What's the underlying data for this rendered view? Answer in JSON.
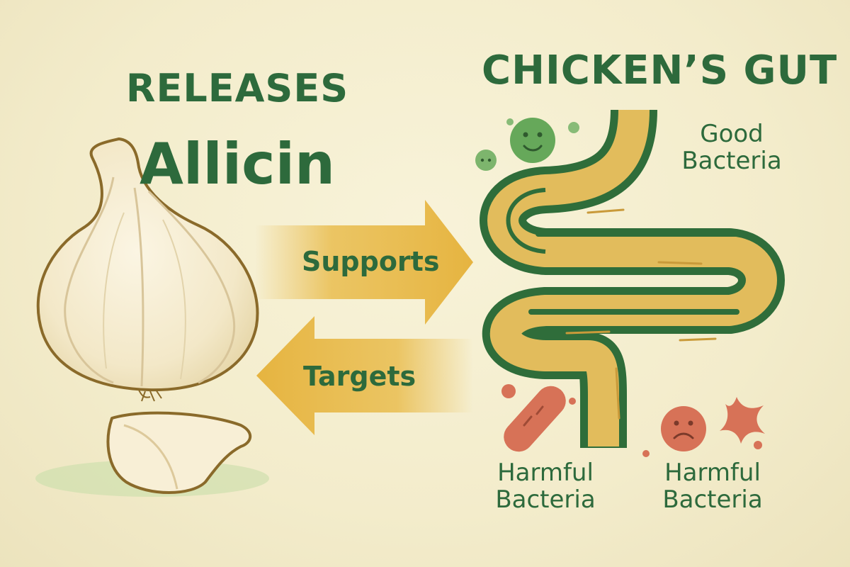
{
  "garlic": {
    "action": "RELEASES",
    "compound": "Allicin"
  },
  "gut": {
    "title": "CHICKEN’S GUT"
  },
  "arrows": {
    "supports": "Supports",
    "targets": "Targets"
  },
  "bacteria": {
    "good": "Good Bacteria",
    "harmful_left": "Harmful Bacteria",
    "harmful_right": "Harmful Bacteria"
  },
  "colors": {
    "background": "#f5efd2",
    "text_green": "#2d6a3c",
    "gut_fill": "#e2bc5c",
    "arrow_fill": "#e9bd4f",
    "good_bacteria": "#66a85a",
    "harmful_bacteria": "#d77257",
    "garlic_fill": "#f7efd8"
  },
  "icons": {
    "good_bacteria": "smiling-blob-icon",
    "harmful_bacteria": "frowning-blob-icon"
  }
}
